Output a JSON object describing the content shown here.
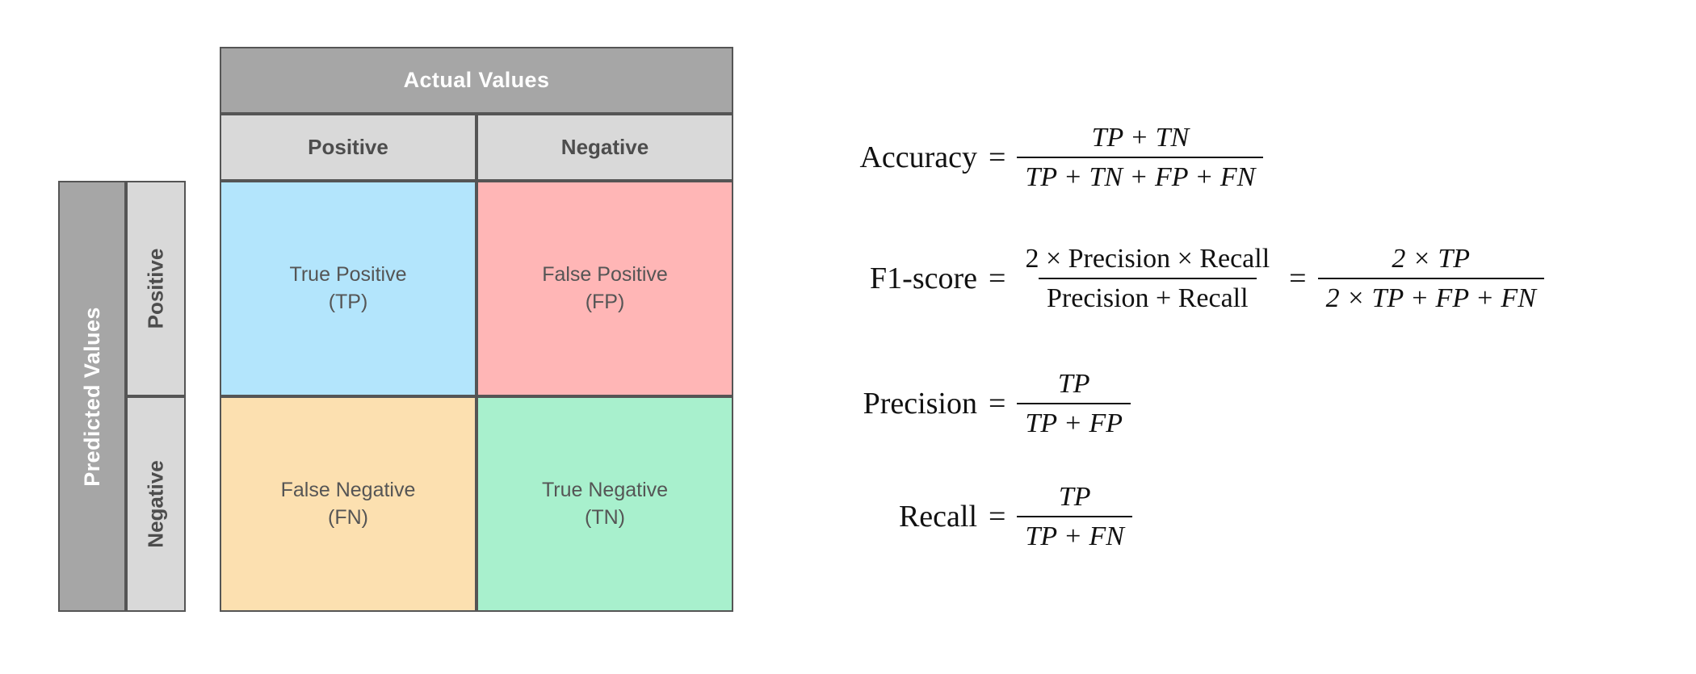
{
  "matrix": {
    "actual_header": "Actual Values",
    "predicted_header": "Predicted Values",
    "column_headers": [
      "Positive",
      "Negative"
    ],
    "row_headers": [
      "Positive",
      "Negative"
    ],
    "cells": [
      {
        "name": "True Positive",
        "abbr": "(TP)",
        "color": "#b3e5fc"
      },
      {
        "name": "False Positive",
        "abbr": "(FP)",
        "color": "#ffb6b6"
      },
      {
        "name": "False Negative",
        "abbr": "(FN)",
        "color": "#fce0b0"
      },
      {
        "name": "True Negative",
        "abbr": "(TN)",
        "color": "#a8f0cd"
      }
    ],
    "colors": {
      "banner": "#a6a6a6",
      "subheader": "#d9d9d9",
      "border": "#555555",
      "banner_text": "#ffffff",
      "cell_text": "#555555"
    }
  },
  "formulas": {
    "accuracy": {
      "label": "Accuracy",
      "eq": "=",
      "numerator": "TP + TN",
      "denominator": "TP + TN + FP + FN"
    },
    "f1score": {
      "label": "F1-score",
      "eq": "=",
      "numerator": "2 × Precision × Recall",
      "denominator": "Precision + Recall",
      "eq2": "=",
      "numerator2": "2 × TP",
      "denominator2": "2 × TP + FP + FN"
    },
    "precision": {
      "label": "Precision",
      "eq": "=",
      "numerator": "TP",
      "denominator": "TP + FP"
    },
    "recall": {
      "label": "Recall",
      "eq": "=",
      "numerator": "TP",
      "denominator": "TP + FN"
    }
  }
}
